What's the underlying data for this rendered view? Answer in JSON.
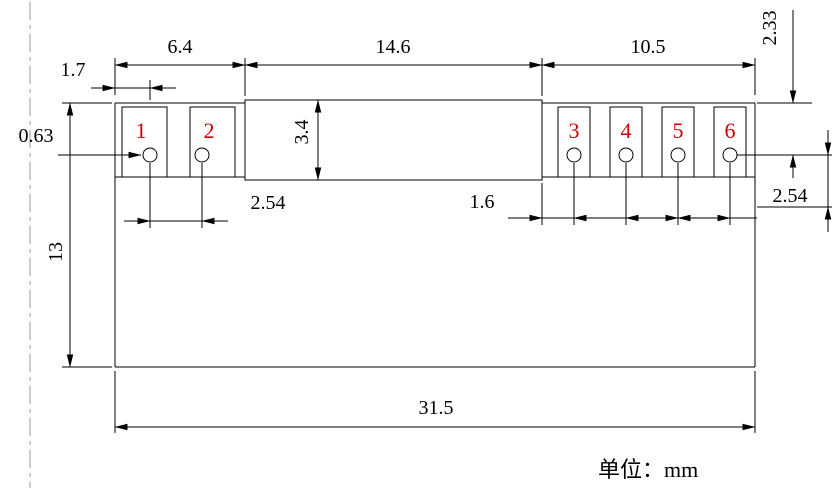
{
  "drawing": {
    "unit_label": "单位：mm",
    "colors": {
      "line": "#000000",
      "pin_number": "#cc0000",
      "centerline": "#9a9a9a"
    },
    "pins": [
      {
        "number": "1"
      },
      {
        "number": "2"
      },
      {
        "number": "3"
      },
      {
        "number": "4"
      },
      {
        "number": "5"
      },
      {
        "number": "6"
      }
    ],
    "dimensions": {
      "left_section_width": "6.4",
      "middle_section_width": "14.6",
      "right_section_width": "10.5",
      "edge_to_pin1": "1.7",
      "hole_diameter": "0.63",
      "middle_section_height": "3.4",
      "left_pin_pitch": "2.54",
      "pad_width": "1.6",
      "right_pin_pitch": "2.54",
      "body_height": "13",
      "overall_width": "31.5",
      "top_to_hole_center": "2.33"
    }
  }
}
